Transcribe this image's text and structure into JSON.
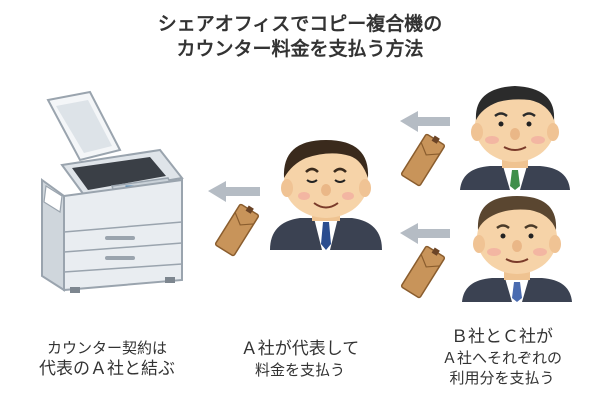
{
  "title": {
    "line1": "シェアオフィスでコピー複合機の",
    "line2": "カウンター料金を支払う方法"
  },
  "captions": {
    "left": {
      "line1": "カウンター契約は",
      "line2": "代表のＡ社と結ぶ"
    },
    "center": {
      "line1": "Ａ社が代表して",
      "line2": "料金を支払う"
    },
    "right": {
      "line1": "Ｂ社とＣ社が",
      "line2": "Ａ社へそれぞれの",
      "line3": "利用分を支払う"
    }
  },
  "colors": {
    "arrow": "#b5bcc4",
    "envelope": "#c8945a",
    "skin": "#f6d3a8",
    "suit": "#3b4252",
    "hair": "#3a2a1c",
    "copier": "#e9edf1"
  }
}
